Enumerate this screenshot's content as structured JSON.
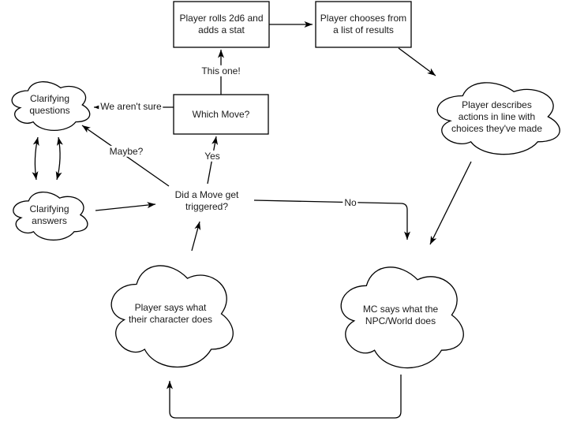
{
  "nodes": {
    "player_rolls": "Player rolls 2d6 and\nadds a stat",
    "player_chooses": "Player chooses from\na list of results",
    "which_move": "Which Move?",
    "did_move_trigger": "Did a Move get\ntriggered?",
    "clarifying_questions": "Clarifying\nquestions",
    "clarifying_answers": "Clarifying\nanswers",
    "player_describes": "Player describes\nactions in line with\nchoices they've made",
    "player_says": "Player says what\ntheir character does",
    "mc_says": "MC says what the\nNPC/World does"
  },
  "edge_labels": {
    "this_one": "This one!",
    "we_arent_sure": "We aren't sure",
    "maybe": "Maybe?",
    "yes": "Yes",
    "no": "No"
  },
  "edges": [
    {
      "from": "player_rolls",
      "to": "player_chooses",
      "label": ""
    },
    {
      "from": "which_move",
      "to": "player_rolls",
      "label": "This one!"
    },
    {
      "from": "which_move",
      "to": "clarifying_questions",
      "label": "We aren't sure"
    },
    {
      "from": "clarifying_questions",
      "to": "clarifying_answers",
      "label": "",
      "bidirectional": true
    },
    {
      "from": "clarifying_questions",
      "to": "clarifying_answers",
      "label": "",
      "bidirectional": true
    },
    {
      "from": "clarifying_answers",
      "to": "did_move_trigger",
      "label": ""
    },
    {
      "from": "did_move_trigger",
      "to": "which_move",
      "label": "Yes"
    },
    {
      "from": "did_move_trigger",
      "to": "clarifying_questions",
      "label": "Maybe?"
    },
    {
      "from": "did_move_trigger",
      "to": "mc_says",
      "label": "No"
    },
    {
      "from": "player_says",
      "to": "did_move_trigger",
      "label": ""
    },
    {
      "from": "player_chooses",
      "to": "player_describes",
      "label": ""
    },
    {
      "from": "player_describes",
      "to": "mc_says",
      "label": ""
    },
    {
      "from": "mc_says",
      "to": "player_says",
      "label": ""
    }
  ],
  "colors": {
    "stroke": "#000000",
    "node_fill": "#ffffff",
    "text": "#1a1a1a",
    "background": "#ffffff"
  }
}
